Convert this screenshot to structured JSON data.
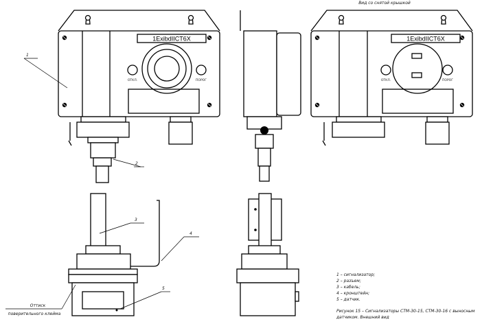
{
  "view_title": "Вид со снятой крышкой",
  "marking": "1ExibdIICT6X",
  "button_left": "ОТКЛ.",
  "button_right": "ПОРОГ",
  "callouts": [
    "1",
    "2",
    "3",
    "4",
    "5"
  ],
  "stamp_note": [
    "Оттиск",
    "поверительного клейма"
  ],
  "legend": [
    "1 – сигнализатор;",
    "2 – разъем;",
    "3 – кабель;",
    "4 – кронштейн;",
    "5 – датчик."
  ],
  "caption": [
    "Рисунок 15 – Сигнализаторы СТМ-30-15, СТМ-30-16 с выносным",
    "датчиком. Внешний вид"
  ]
}
